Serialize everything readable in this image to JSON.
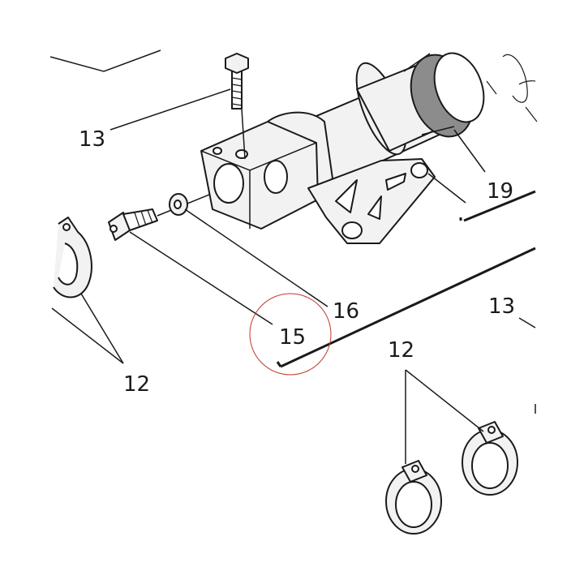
{
  "diagram": {
    "callouts": {
      "c13_left": "13",
      "c19": "19",
      "c16": "16",
      "c15": "15",
      "c13_right": "13",
      "c12_left": "12",
      "c12_right": "12"
    },
    "highlight_color": "#c0392b"
  }
}
